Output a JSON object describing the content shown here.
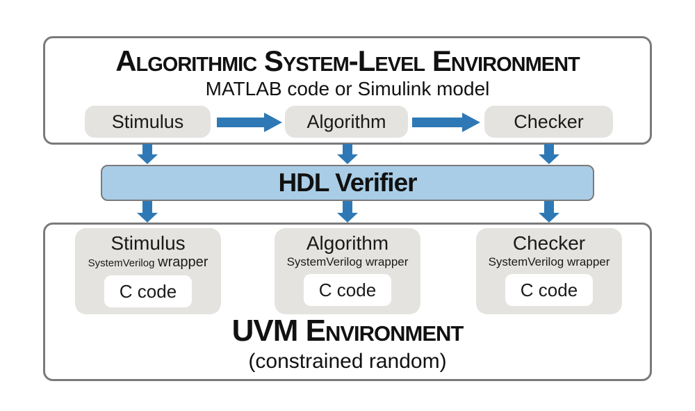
{
  "colors": {
    "arrow_blue": "#2e79b5",
    "hdl_fill": "#a9cde6",
    "panel_fill": "#e5e3df",
    "border_gray": "#7a7a7a"
  },
  "top_env": {
    "title": "Algorithmic System-Level Environment",
    "subtitle": "MATLAB code or Simulink model",
    "blocks": [
      {
        "label": "Stimulus"
      },
      {
        "label": "Algorithm"
      },
      {
        "label": "Checker"
      }
    ]
  },
  "middle": {
    "label": "HDL Verifier"
  },
  "bottom_env": {
    "title": "UVM Environment",
    "subtitle": "(constrained random)",
    "panels": [
      {
        "title": "Stimulus",
        "wrapper_tech": "SystemVerilog",
        "wrapper_word": "wrapper",
        "code_label": "C code"
      },
      {
        "title": "Algorithm",
        "wrapper_tech": "SystemVerilog",
        "wrapper_word": "wrapper",
        "code_label": "C code"
      },
      {
        "title": "Checker",
        "wrapper_tech": "SystemVerilog",
        "wrapper_word": "wrapper",
        "code_label": "C code"
      }
    ]
  }
}
